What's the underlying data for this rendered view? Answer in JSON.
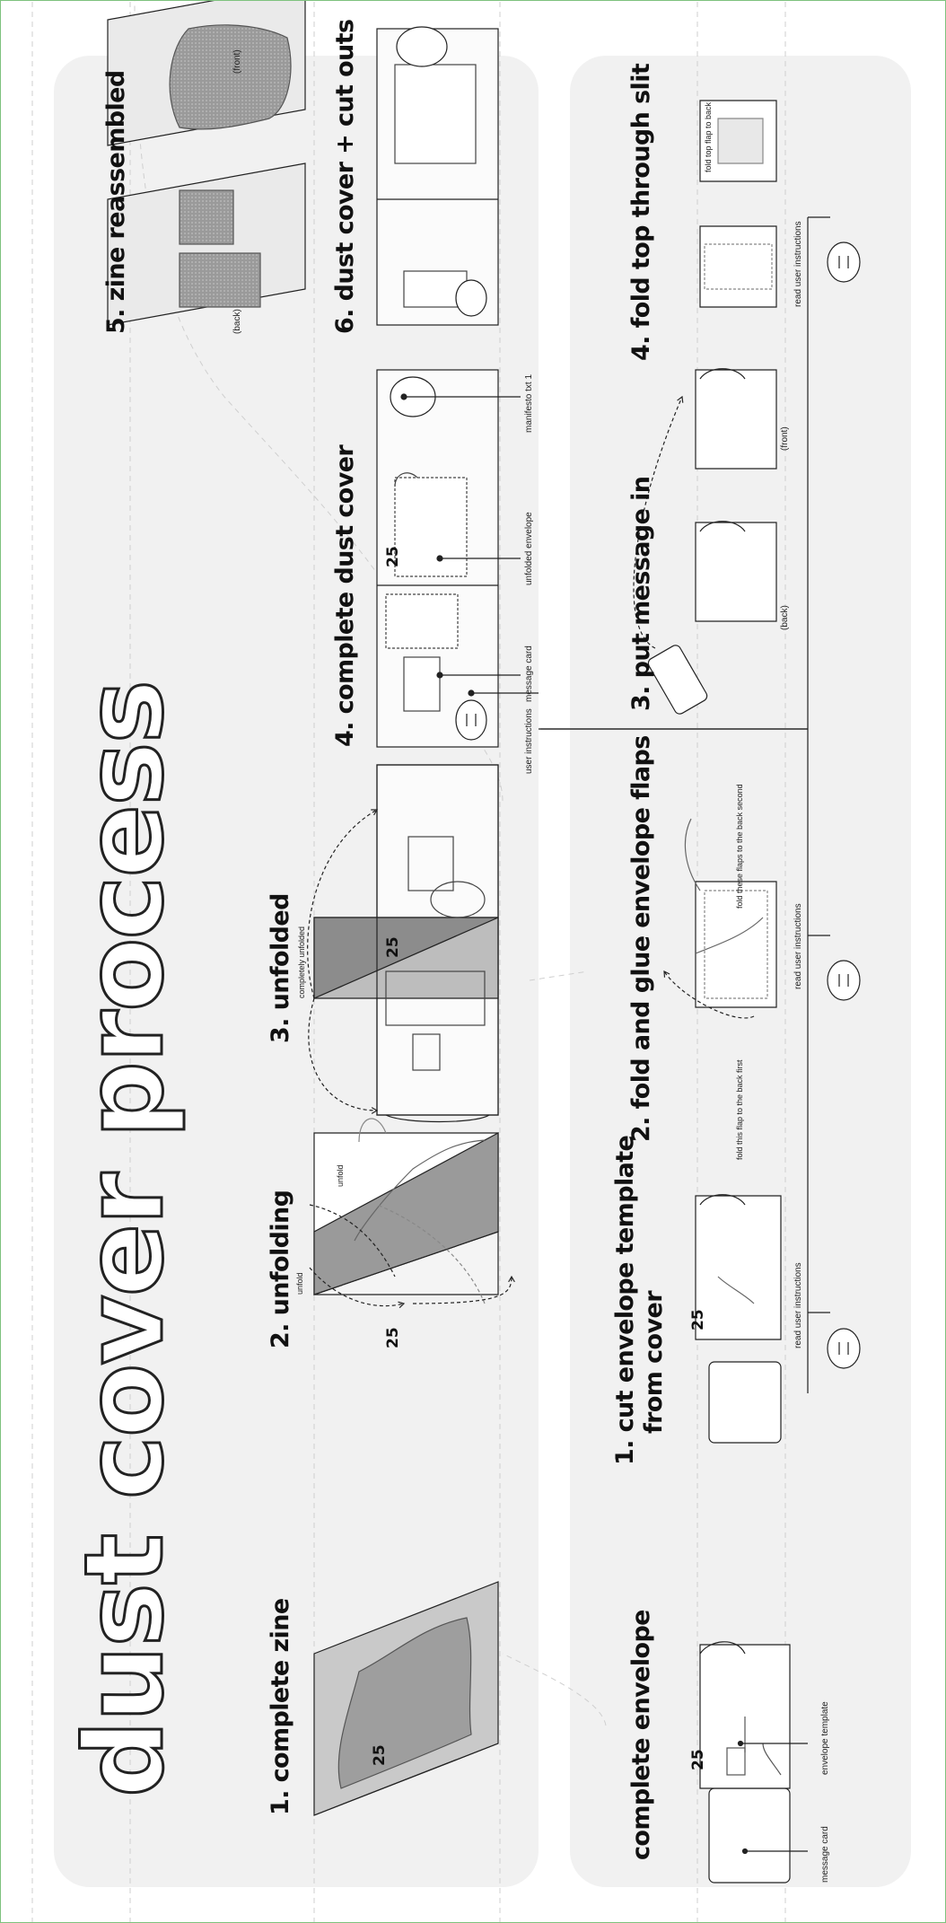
{
  "title": "dust cover process",
  "dust_cover_steps": [
    {
      "label": "1. complete zine"
    },
    {
      "label": "2. unfolding"
    },
    {
      "label": "3. unfolded"
    },
    {
      "label": "4. complete dust cover"
    },
    {
      "label": "5. zine reassembled"
    },
    {
      "label": "6. dust cover + cut outs"
    }
  ],
  "envelope_steps": [
    {
      "label": "complete envelope"
    },
    {
      "label": "1. cut envelope template",
      "label2": "from cover"
    },
    {
      "label": "2. fold and glue envelope flaps"
    },
    {
      "label": "3. put message in"
    },
    {
      "label": "4. fold top through slit"
    }
  ],
  "annotations": {
    "unfold_left": "unfold",
    "unfold_right": "unfold",
    "completely_unfolded": "completely unfolded",
    "user_instructions": "user instructions",
    "message_card_dc": "message card",
    "unfolded_envelope": "unfolded envelope",
    "manifesto": "manifesto txt 1",
    "back": "(back)",
    "front": "(front)",
    "message_card": "message card",
    "envelope_template": "envelope template",
    "read_user_instructions": "read user instructions",
    "fold_this_flap": "fold this flap to the back first",
    "fold_these_flaps": "fold these flaps to the back second",
    "msg_back": "(back)",
    "msg_front": "(front)",
    "fold_top_flap": "fold top flap to back"
  },
  "page_number": "25",
  "colors": {
    "background": "#ffffff",
    "panel": "#f1f1f1",
    "shade_dark": "#8a8a8a",
    "shade_mid": "#b4b4b4",
    "line": "#222222",
    "border": "#7ec27e"
  }
}
